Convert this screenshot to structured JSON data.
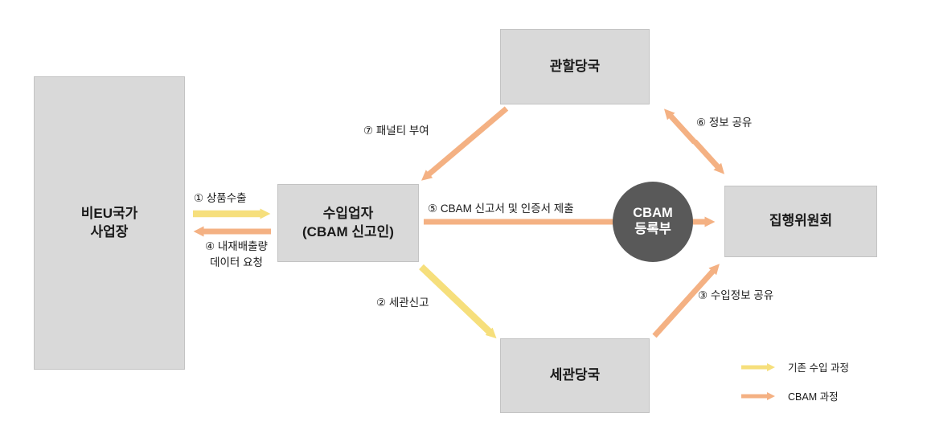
{
  "nodes": {
    "non_eu": {
      "label": "비EU국가\n사업장"
    },
    "authority": {
      "label": "관할당국"
    },
    "importer": {
      "label": "수입업자\n(CBAM 신고인)"
    },
    "registry": {
      "label": "CBAM\n등록부"
    },
    "commission": {
      "label": "집행위원회"
    },
    "customs": {
      "label": "세관당국"
    }
  },
  "arrows": [
    {
      "label": "① 상품수출",
      "type": "existing",
      "from": "non_eu",
      "to": "importer"
    },
    {
      "label": "② 세관신고",
      "type": "existing",
      "from": "importer",
      "to": "customs"
    },
    {
      "label": "③ 수입정보 공유",
      "type": "cbam",
      "from": "customs",
      "to": "commission"
    },
    {
      "label": "④ 내재배출량\n데이터 요청",
      "type": "cbam",
      "from": "importer",
      "to": "non_eu"
    },
    {
      "label": "⑤ CBAM 신고서 및 인증서 제출",
      "type": "cbam",
      "from": "importer",
      "to": "commission"
    },
    {
      "label": "⑥ 정보 공유",
      "type": "cbam",
      "from": "authority",
      "to": "commission",
      "bidirectional": true
    },
    {
      "label": "⑦ 패널티 부여",
      "type": "cbam",
      "from": "authority",
      "to": "importer"
    }
  ],
  "legend": [
    {
      "label": "기존 수입 과정",
      "type": "existing"
    },
    {
      "label": "CBAM 과정",
      "type": "cbam"
    }
  ],
  "colors": {
    "existing": "#f6df7c",
    "cbam": "#f4b183",
    "box_fill": "#d9d9d9",
    "box_border": "#c3c3c3",
    "circle_fill": "#595959",
    "circle_text": "#ffffff",
    "text": "#1a1a1a"
  }
}
